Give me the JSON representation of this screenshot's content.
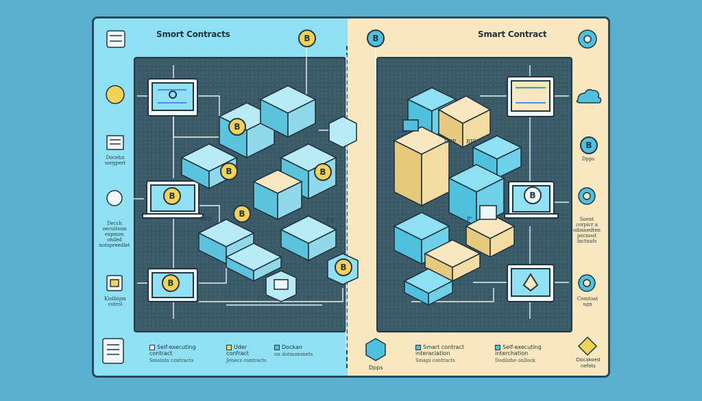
{
  "titles": {
    "left": "Smort Contracts",
    "right": "Smart Contract"
  },
  "left_side": {
    "label_1": "Docehn\nsorgpert",
    "label_2": "Decch\noecuitiom\nexpmon\nonded\nnotspreedlet",
    "label_3": "Kiolbigm\ncotrol"
  },
  "right_side": {
    "label_1": "Dpps",
    "label_2": "Soent\ncorpicr a\noibnnedten\npocnoot\nlnctnafs",
    "label_3": "Comtoat\nugn"
  },
  "diagram_labels": {
    "left_bpd": "BPD",
    "left_eb": "EB",
    "right_dpp": "DPP",
    "right_bpi": "BPI",
    "right_p": "P'"
  },
  "coin_glyph": "B",
  "legend_left": [
    {
      "label": "Self-executing\ncontract",
      "sub": "Smoints contracts"
    },
    {
      "label": "Uder\nconfract",
      "sub": "Jenecs contracts"
    },
    {
      "label": "Dockan",
      "sub": "on dotmonsnets"
    }
  ],
  "legend_right": [
    {
      "label": "Dpps",
      "sub": ""
    },
    {
      "label": "Smart contract\ninteraclation",
      "sub": "Smapi contracts"
    },
    {
      "label": "Self-executing\ninterchation",
      "sub": "Dodiizhe onllock"
    },
    {
      "label": "Docakoed\nnefots",
      "sub": ""
    }
  ],
  "colors": {
    "cyan": "#8fe0f2",
    "cream": "#f9e8bf",
    "panel": "#3b5a68",
    "coin": "#f2d35a",
    "outline": "#23343f",
    "page_bg": "#5ab0cf"
  }
}
